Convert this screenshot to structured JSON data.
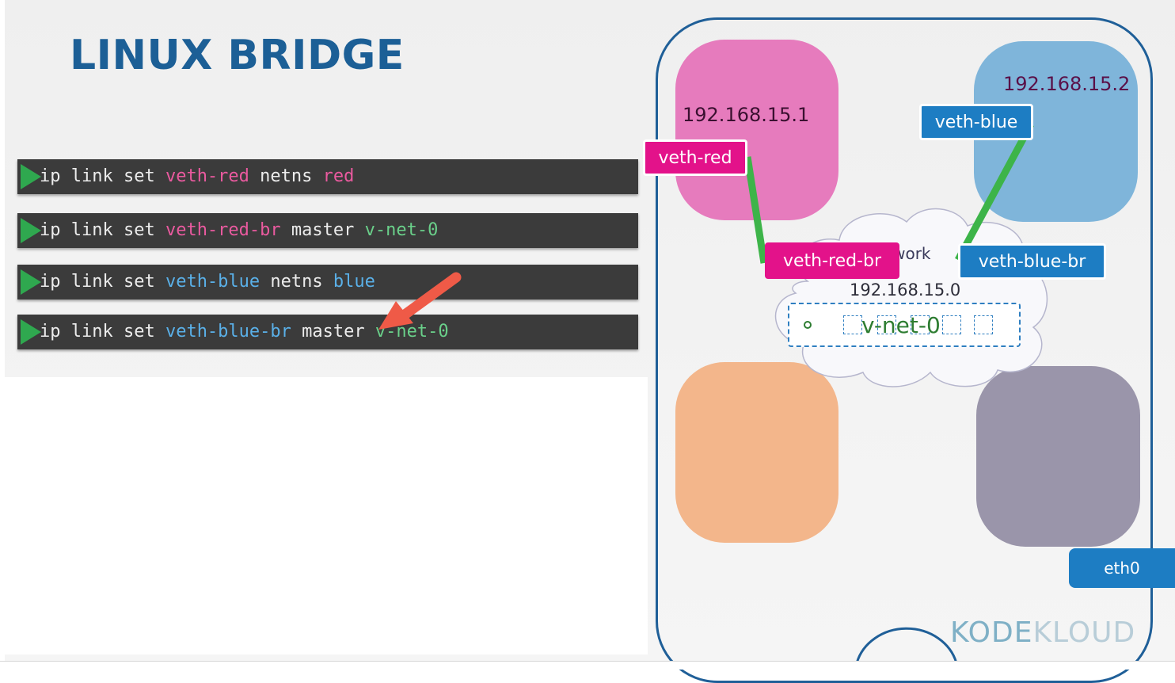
{
  "title": "LINUX BRIDGE",
  "commands": [
    {
      "parts": [
        {
          "text": "ip link set ",
          "color": "default"
        },
        {
          "text": "veth-red",
          "color": "pink"
        },
        {
          "text": " netns ",
          "color": "default"
        },
        {
          "text": "red",
          "color": "pink"
        }
      ]
    },
    {
      "parts": [
        {
          "text": "ip link set ",
          "color": "default"
        },
        {
          "text": "veth-red-br",
          "color": "pink"
        },
        {
          "text": " master ",
          "color": "default"
        },
        {
          "text": "v-net-0",
          "color": "green"
        }
      ]
    },
    {
      "parts": [
        {
          "text": "ip link set ",
          "color": "default"
        },
        {
          "text": "veth-blue",
          "color": "blue"
        },
        {
          "text": " netns ",
          "color": "default"
        },
        {
          "text": "blue",
          "color": "blue"
        }
      ]
    },
    {
      "parts": [
        {
          "text": "ip link set ",
          "color": "default"
        },
        {
          "text": "veth-blue-br",
          "color": "blue"
        },
        {
          "text": " master ",
          "color": "default"
        },
        {
          "text": "v-net-0",
          "color": "green"
        }
      ]
    }
  ],
  "diagram": {
    "red_ns_ip": "192.168.15.1",
    "blue_ns_ip": "192.168.15.2",
    "veth_red": "veth-red",
    "veth_blue": "veth-blue",
    "veth_red_br": "veth-red-br",
    "veth_blue_br": "veth-blue-br",
    "network_label": "Network",
    "subnet": "192.168.15.0",
    "bridge": "v-net-0",
    "eth0": "eth0"
  },
  "logo": {
    "part1": "KODE",
    "part2": "KLOUD"
  },
  "colors": {
    "title": "#1c5f96",
    "red_ns": "#e67bbd",
    "blue_ns": "#7fb5da",
    "orange_ns": "#f3b68b",
    "gray_ns": "#9a95aa",
    "veth_red": "#e3128a",
    "veth_blue": "#1d7dc3",
    "cable": "#3db449",
    "arrow": "#ef5a47"
  }
}
